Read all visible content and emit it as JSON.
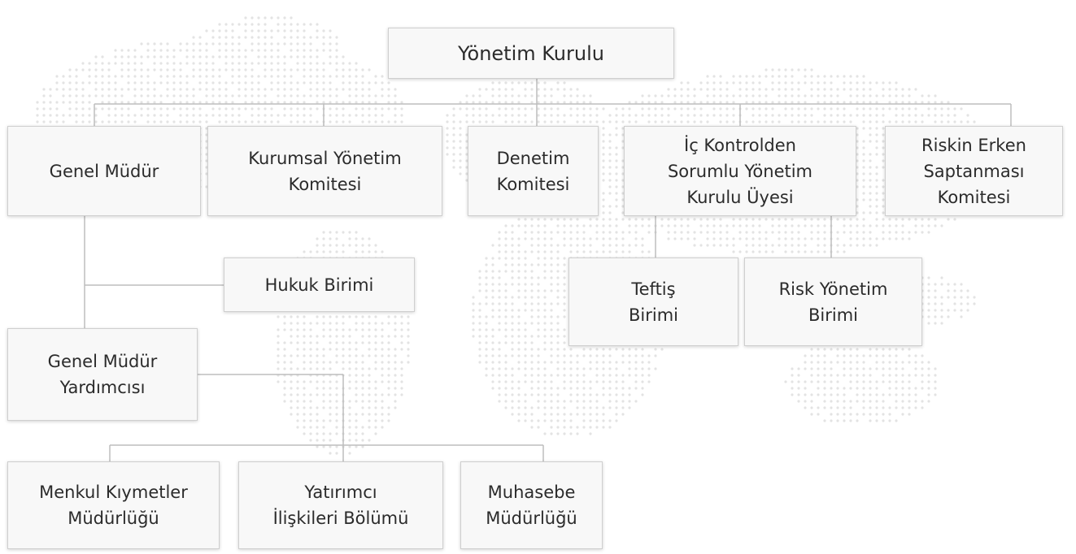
{
  "org_chart": {
    "root": {
      "label": "Yönetim Kurulu"
    },
    "level1": [
      {
        "id": "genel-mudur",
        "lines": [
          "Genel Müdür"
        ]
      },
      {
        "id": "kurumsal-yonetim",
        "lines": [
          "Kurumsal Yönetim",
          "Komitesi"
        ]
      },
      {
        "id": "denetim",
        "lines": [
          "Denetim",
          "Komitesi"
        ]
      },
      {
        "id": "ic-kontrol",
        "lines": [
          "İç Kontrolden",
          "Sorumlu Yönetim",
          "Kurulu Üyesi"
        ]
      },
      {
        "id": "riskin-erken",
        "lines": [
          "Riskin Erken",
          "Saptanması",
          "Komitesi"
        ]
      }
    ],
    "ic_kontrol_children": [
      {
        "id": "teftis",
        "lines": [
          "Teftiş",
          "Birimi"
        ]
      },
      {
        "id": "risk-yonetim",
        "lines": [
          "Risk Yönetim",
          "Birimi"
        ]
      }
    ],
    "genel_mudur_children": {
      "hukuk": {
        "lines": [
          "Hukuk Birimi"
        ]
      },
      "yardimci": {
        "lines": [
          "Genel Müdür",
          "Yardımcısı"
        ]
      }
    },
    "yardimci_children": [
      {
        "id": "menkul",
        "lines": [
          "Menkul Kıymetler",
          "Müdürlüğü"
        ]
      },
      {
        "id": "yatirimci",
        "lines": [
          "Yatırımcı",
          "İlişkileri Bölümü"
        ]
      },
      {
        "id": "muhasebe",
        "lines": [
          "Muhasebe",
          "Müdürlüğü"
        ]
      }
    ]
  },
  "colors": {
    "box_fill": "#f8f8f8",
    "box_border": "#cfcfcf",
    "connector": "#bdbdbd",
    "text": "#2b2b2b",
    "map_dots": "#e3e3e3"
  }
}
